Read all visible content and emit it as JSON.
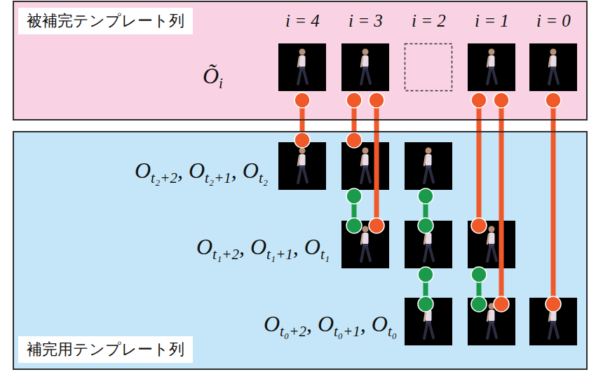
{
  "diagram": {
    "nodes": [
      {
        "text": [
          "被補完テンプレート列"
        ]
      },
      {
        "text": [
          "補完用テンプレート列"
        ]
      }
    ],
    "labels": [
      "i = 4",
      "i = 3",
      "i = 2",
      "i = 1",
      "i = 0",
      "Õ",
      "i",
      "O",
      "t₂+2",
      ",",
      "O",
      "t₂+1",
      ",",
      "O",
      "t₂",
      "O",
      "t₁+2",
      ",",
      "O",
      "t₁+1",
      ",",
      "O",
      "t₁",
      "O",
      "t₀+2",
      ",",
      "O",
      "t₀+1",
      ",",
      "O",
      "t₀"
    ]
  }
}
